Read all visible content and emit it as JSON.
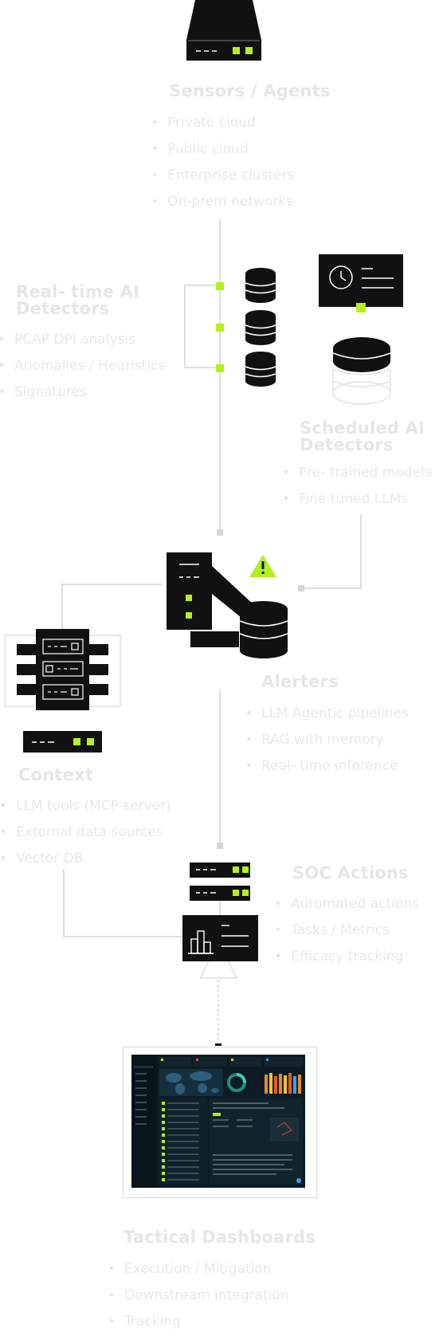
{
  "sensors": {
    "title": "Sensors / Agents",
    "items": [
      "Private cloud",
      "Public cloud",
      "Enterprise clusters",
      "On-prem networks"
    ]
  },
  "realtime": {
    "title_line1": "Real- time AI",
    "title_line2": "Detectors",
    "items": [
      "PCAP DPI analysis",
      "Anomalies / Heuristics",
      "Signatures"
    ]
  },
  "scheduled": {
    "title_line1": "Scheduled AI",
    "title_line2": "Detectors",
    "items": [
      "Pre- trained models",
      "Fine tuned LLMs"
    ]
  },
  "alerters": {
    "title": "Alerters",
    "items": [
      "LLM Agentic pipelines",
      "RAG with memory",
      "Real- time inference"
    ]
  },
  "context": {
    "title": "Context",
    "items": [
      "LLM tools (MCP server)",
      "External data sources",
      "Vector DB"
    ]
  },
  "soc": {
    "title": "SOC Actions",
    "items": [
      "Automated actions",
      "Tasks / Metrics",
      "Efficacy tracking"
    ]
  },
  "tactical": {
    "title": "Tactical Dashboards",
    "items": [
      "Execution / Mitigation",
      "Downstream integration",
      "Tracking"
    ]
  },
  "colors": {
    "accent": "#b5f01e",
    "ink": "#111111",
    "text_light": "#e6e6e6",
    "line": "#dcdcdc"
  }
}
